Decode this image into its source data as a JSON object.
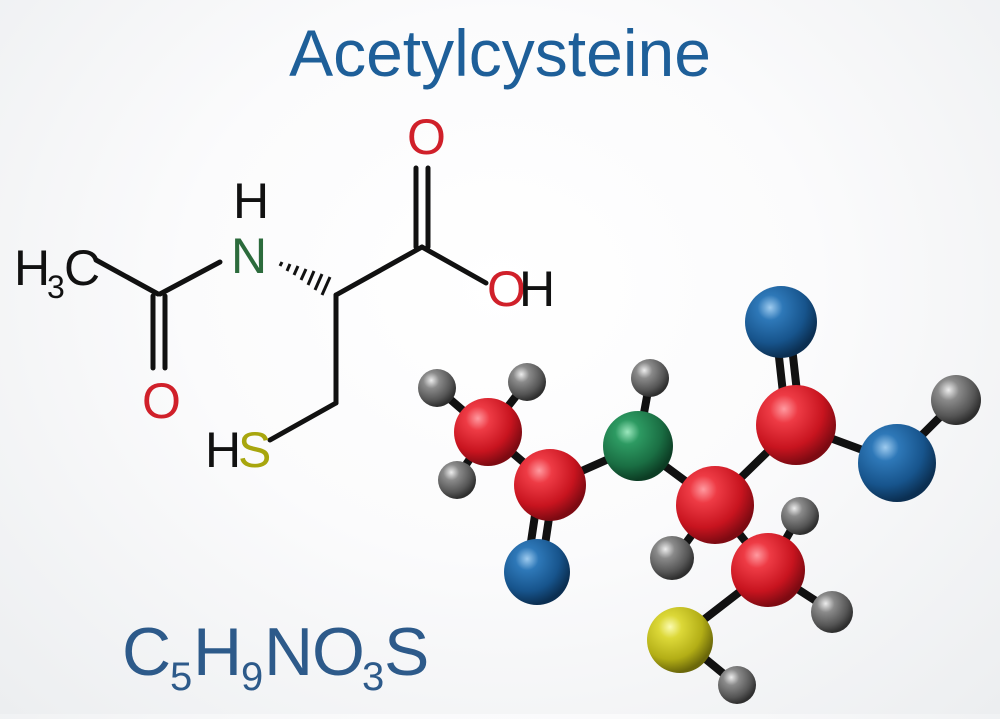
{
  "title": "Acetylcysteine",
  "formula": {
    "C": "C",
    "C_count": "5",
    "H": "H",
    "H_count": "9",
    "N": "N",
    "O": "O",
    "O_count": "3",
    "S": "S"
  },
  "structure_labels": {
    "methyl_H": "H",
    "methyl_sub": "3",
    "methyl_C": "C",
    "amide_H": "H",
    "amide_N": "N",
    "carbonyl_O_bottom": "O",
    "carbonyl_O_top": "O",
    "hydroxyl_O": "O",
    "hydroxyl_H": "H",
    "thiol_H": "H",
    "thiol_S": "S"
  },
  "colors": {
    "title": "#1e5f99",
    "formula": "#2d5a8a",
    "bond": "#111111",
    "oxygen_label": "#d0202a",
    "nitrogen_label": "#2c6b3c",
    "sulfur_label": "#a8a60e",
    "carbon_ball": "#d8232f",
    "oxygen_ball": "#1d5b92",
    "nitrogen_ball": "#1d7a4b",
    "sulfur_ball": "#c9c626",
    "hydrogen_ball": "#6b6b6b"
  },
  "icons": [
    "skeletal-formula",
    "ball-and-stick-model"
  ]
}
